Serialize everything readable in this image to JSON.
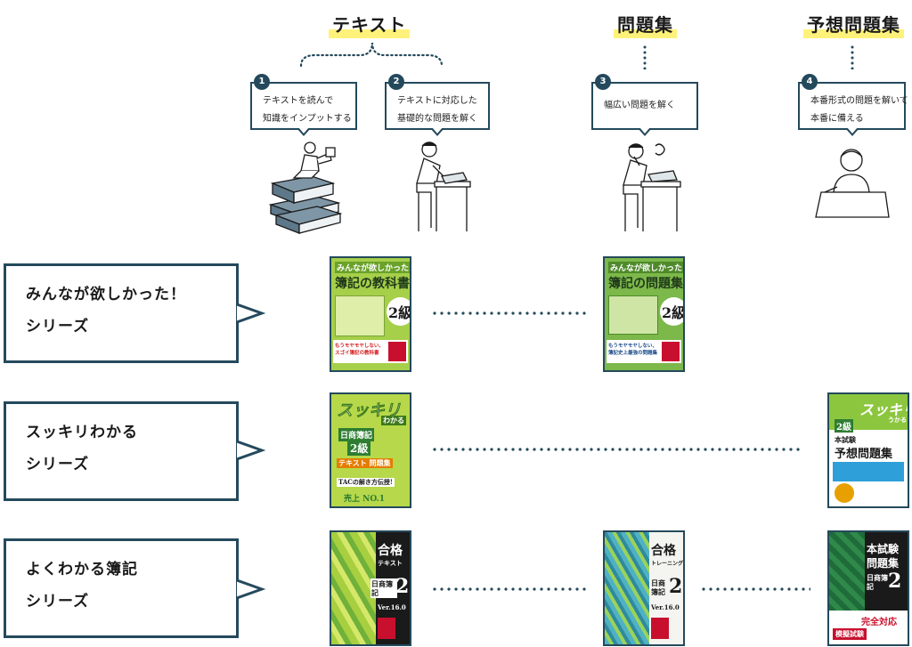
{
  "columns": {
    "text": "テキスト",
    "problems": "問題集",
    "predicted": "予想問題集"
  },
  "steps": [
    {
      "num": "1",
      "line1": "テキストを読んで",
      "line2": "知識をインプットする"
    },
    {
      "num": "2",
      "line1": "テキストに対応した",
      "line2": "基礎的な問題を解く"
    },
    {
      "num": "3",
      "line1": "幅広い問題を解く",
      "line2": ""
    },
    {
      "num": "4",
      "line1": "本番形式の問題を解いて",
      "line2": "本番に備える"
    }
  ],
  "series": [
    {
      "line1": "みんなが欲しかった！",
      "line2": "シリーズ"
    },
    {
      "line1": "スッキリわかる",
      "line2": "シリーズ"
    },
    {
      "line1": "よくわかる簿記",
      "line2": "シリーズ"
    }
  ],
  "books": {
    "minna_text": {
      "top": "みんなが欲しかった",
      "title": "簿記の教科書",
      "grade": "2級",
      "band": "もうモヤモヤしない、スゴイ簿記の教科書"
    },
    "minna_problems": {
      "top": "みんなが欲しかった",
      "title": "簿記の問題集",
      "grade": "2級",
      "band": "もうモヤモヤしない、簿記史上最強の問題集"
    },
    "sukkiri_text": {
      "top": "スッキリ",
      "sub": "わかる",
      "grade": "2級",
      "title": "日商簿記",
      "tags": "テキスト 問題集",
      "band": "TACの解き方伝授!",
      "bottom": "売上 NO.1"
    },
    "sukkiri_predicted": {
      "top": "スッキリ",
      "sub": "うかる",
      "grade": "2級",
      "title": "予想問題集",
      "label": "本試験"
    },
    "yoku_text": {
      "title": "合格",
      "sub": "テキスト",
      "name": "日商簿記",
      "grade": "2",
      "ver": "Ver.16.0"
    },
    "yoku_problems": {
      "title": "合格",
      "sub": "トレーニング",
      "name": "日商簿記",
      "grade": "2",
      "ver": "Ver.16.0"
    },
    "yoku_predicted": {
      "title": "本試験",
      "sub": "問題集",
      "name": "日商簿記",
      "grade": "2",
      "band": "完全対応",
      "mock": "模擬試験"
    }
  },
  "colors": {
    "navy": "#24495c",
    "highlight": "#fff27a",
    "book_green": "#8cc63f",
    "book_lime": "#c8dc4a",
    "book_dark": "#1f5b3a"
  }
}
